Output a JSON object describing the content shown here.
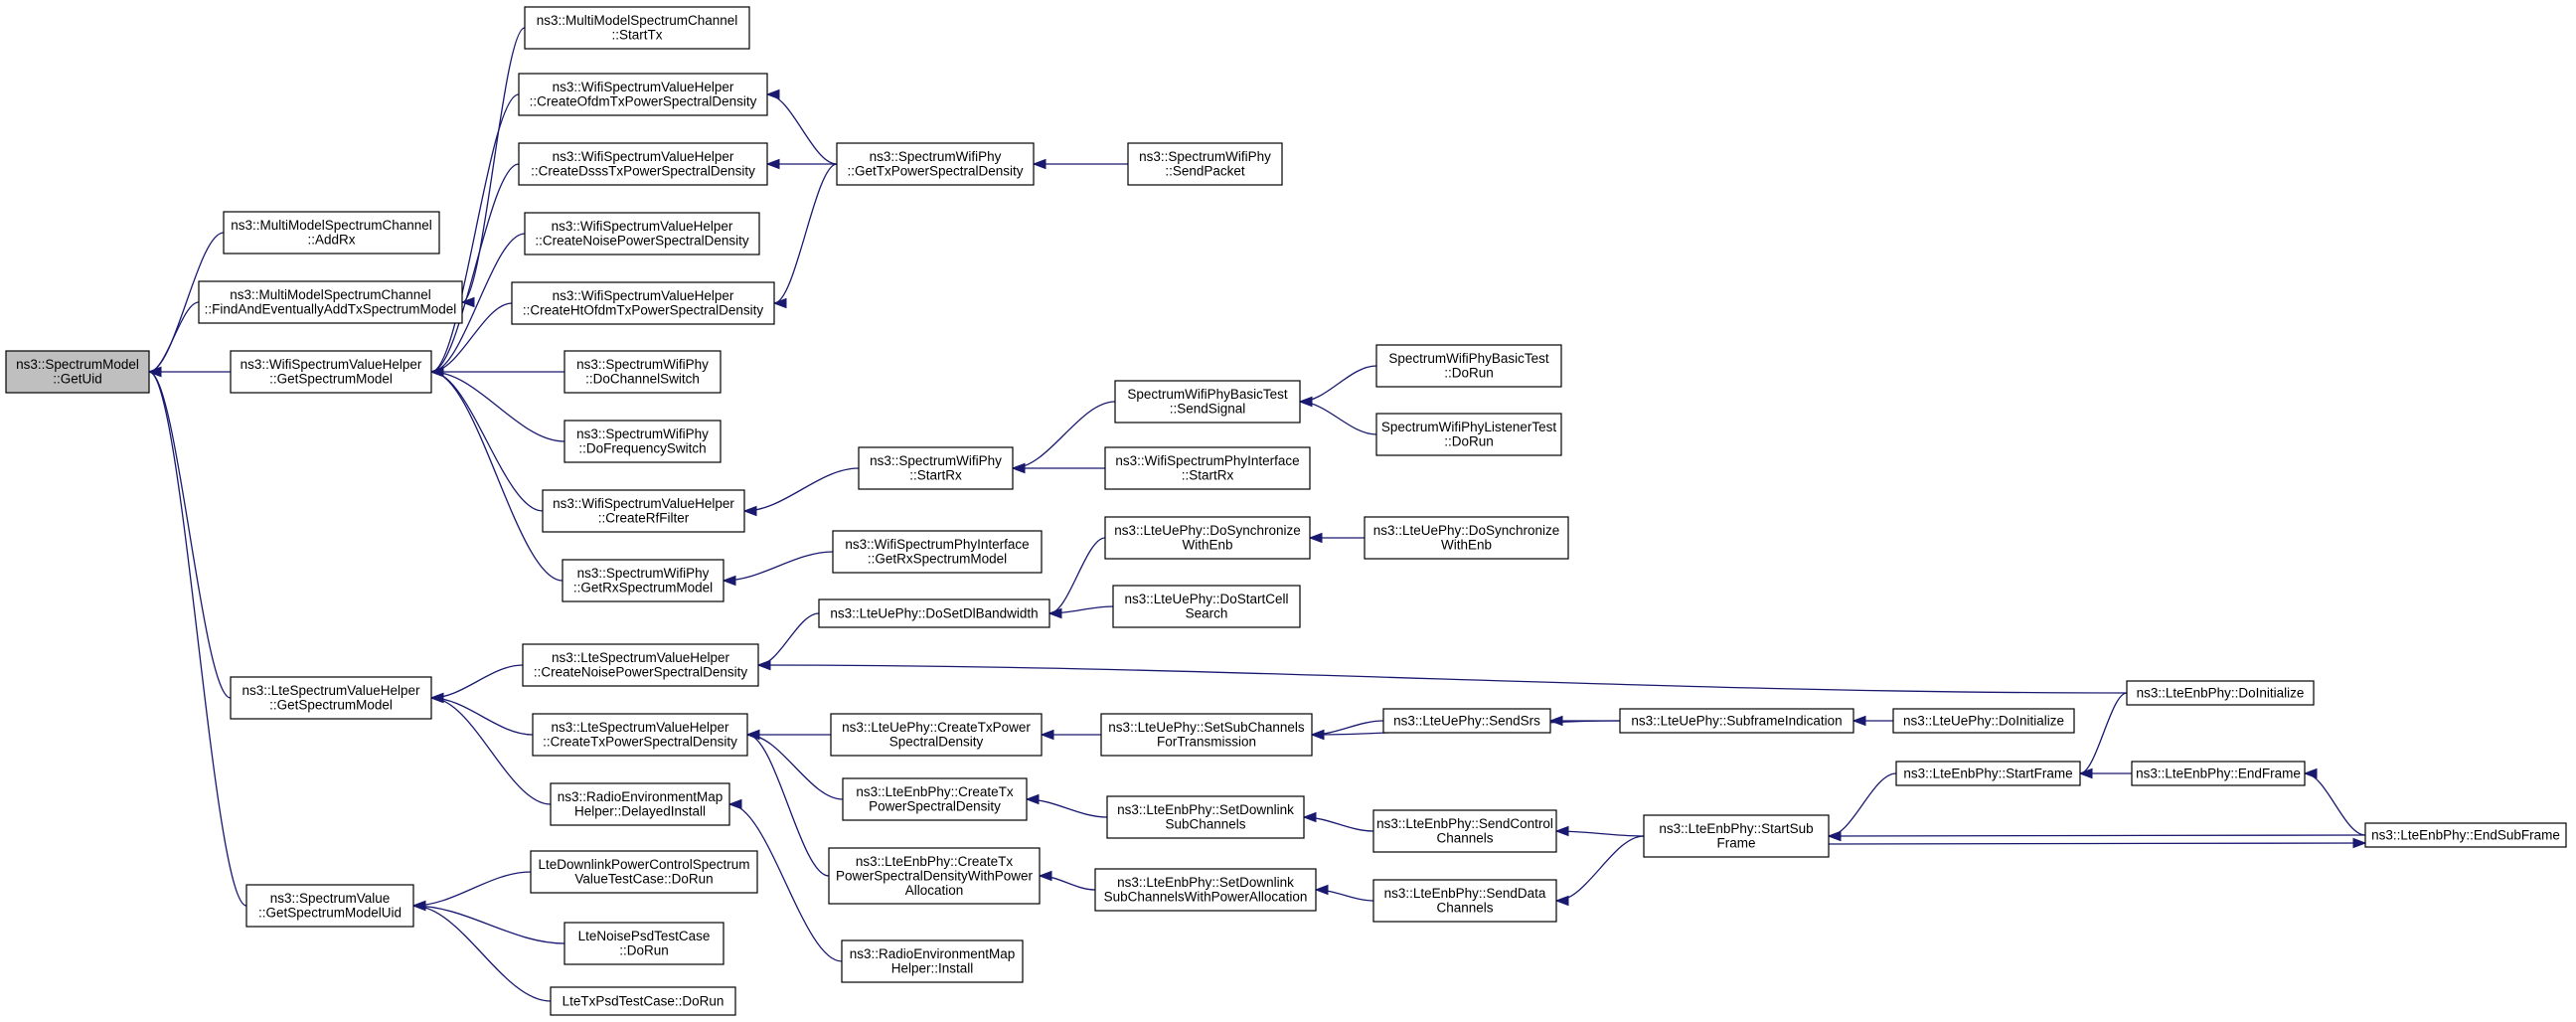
{
  "colors": {
    "edge": "#191970",
    "root_fill": "#bfbfbf",
    "node_fill": "#ffffff",
    "border": "#000000"
  },
  "nodes": [
    {
      "id": "getuid",
      "lines": [
        "ns3::SpectrumModel",
        "::GetUid"
      ],
      "root": true
    },
    {
      "id": "mm_addrx",
      "lines": [
        "ns3::MultiModelSpectrumChannel",
        "::AddRx"
      ]
    },
    {
      "id": "mm_find",
      "lines": [
        "ns3::MultiModelSpectrumChannel",
        "::FindAndEventuallyAddTxSpectrumModel"
      ]
    },
    {
      "id": "wsvh_getsm",
      "lines": [
        "ns3::WifiSpectrumValueHelper",
        "::GetSpectrumModel"
      ]
    },
    {
      "id": "lsvh_getsm",
      "lines": [
        "ns3::LteSpectrumValueHelper",
        "::GetSpectrumModel"
      ]
    },
    {
      "id": "sv_getsmuid",
      "lines": [
        "ns3::SpectrumValue",
        "::GetSpectrumModelUid"
      ]
    },
    {
      "id": "mm_starttx",
      "lines": [
        "ns3::MultiModelSpectrumChannel",
        "::StartTx"
      ]
    },
    {
      "id": "wsvh_ofdm",
      "lines": [
        "ns3::WifiSpectrumValueHelper",
        "::CreateOfdmTxPowerSpectralDensity"
      ]
    },
    {
      "id": "wsvh_dsss",
      "lines": [
        "ns3::WifiSpectrumValueHelper",
        "::CreateDsssTxPowerSpectralDensity"
      ]
    },
    {
      "id": "wsvh_noise",
      "lines": [
        "ns3::WifiSpectrumValueHelper",
        "::CreateNoisePowerSpectralDensity"
      ]
    },
    {
      "id": "wsvh_ht",
      "lines": [
        "ns3::WifiSpectrumValueHelper",
        "::CreateHtOfdmTxPowerSpectralDensity"
      ]
    },
    {
      "id": "swp_dochan",
      "lines": [
        "ns3::SpectrumWifiPhy",
        "::DoChannelSwitch"
      ]
    },
    {
      "id": "swp_dofreq",
      "lines": [
        "ns3::SpectrumWifiPhy",
        "::DoFrequencySwitch"
      ]
    },
    {
      "id": "wsvh_rf",
      "lines": [
        "ns3::WifiSpectrumValueHelper",
        "::CreateRfFilter"
      ]
    },
    {
      "id": "swp_getrx",
      "lines": [
        "ns3::SpectrumWifiPhy",
        "::GetRxSpectrumModel"
      ]
    },
    {
      "id": "lsvh_noise",
      "lines": [
        "ns3::LteSpectrumValueHelper",
        "::CreateNoisePowerSpectralDensity"
      ]
    },
    {
      "id": "lsvh_tx",
      "lines": [
        "ns3::LteSpectrumValueHelper",
        "::CreateTxPowerSpectralDensity"
      ]
    },
    {
      "id": "rem_delayed",
      "lines": [
        "ns3::RadioEnvironmentMap",
        "Helper::DelayedInstall"
      ]
    },
    {
      "id": "ltedl_dorun",
      "lines": [
        "LteDownlinkPowerControlSpectrum",
        "ValueTestCase::DoRun"
      ]
    },
    {
      "id": "ltenoise_dorun",
      "lines": [
        "LteNoisePsdTestCase",
        "::DoRun"
      ]
    },
    {
      "id": "ltetx_dorun",
      "lines": [
        "LteTxPsdTestCase::DoRun"
      ]
    },
    {
      "id": "swp_gettx",
      "lines": [
        "ns3::SpectrumWifiPhy",
        "::GetTxPowerSpectralDensity"
      ]
    },
    {
      "id": "swp_startrx",
      "lines": [
        "ns3::SpectrumWifiPhy",
        "::StartRx"
      ]
    },
    {
      "id": "wspi_getrx",
      "lines": [
        "ns3::WifiSpectrumPhyInterface",
        "::GetRxSpectrumModel"
      ]
    },
    {
      "id": "lup_dosetdl",
      "lines": [
        "ns3::LteUePhy::DoSetDlBandwidth"
      ]
    },
    {
      "id": "lup_createtx",
      "lines": [
        "ns3::LteUePhy::CreateTxPower",
        "SpectralDensity"
      ]
    },
    {
      "id": "lep_createtx",
      "lines": [
        "ns3::LteEnbPhy::CreateTx",
        "PowerSpectralDensity"
      ]
    },
    {
      "id": "lep_createtxpa",
      "lines": [
        "ns3::LteEnbPhy::CreateTx",
        "PowerSpectralDensityWithPower",
        "Allocation"
      ]
    },
    {
      "id": "rem_install",
      "lines": [
        "ns3::RadioEnvironmentMap",
        "Helper::Install"
      ]
    },
    {
      "id": "swp_sendpkt",
      "lines": [
        "ns3::SpectrumWifiPhy",
        "::SendPacket"
      ]
    },
    {
      "id": "swpbt_sendsig",
      "lines": [
        "SpectrumWifiPhyBasicTest",
        "::SendSignal"
      ]
    },
    {
      "id": "wspi_startrx",
      "lines": [
        "ns3::WifiSpectrumPhyInterface",
        "::StartRx"
      ]
    },
    {
      "id": "lup_dosync1",
      "lines": [
        "ns3::LteUePhy::DoSynchronize",
        "WithEnb"
      ]
    },
    {
      "id": "lup_dostartcell",
      "lines": [
        "ns3::LteUePhy::DoStartCell",
        "Search"
      ]
    },
    {
      "id": "lup_setsub",
      "lines": [
        "ns3::LteUePhy::SetSubChannels",
        "ForTransmission"
      ]
    },
    {
      "id": "lep_setdl",
      "lines": [
        "ns3::LteEnbPhy::SetDownlink",
        "SubChannels"
      ]
    },
    {
      "id": "lep_setdlpa",
      "lines": [
        "ns3::LteEnbPhy::SetDownlink",
        "SubChannelsWithPowerAllocation"
      ]
    },
    {
      "id": "swpbt_dorun",
      "lines": [
        "SpectrumWifiPhyBasicTest",
        "::DoRun"
      ]
    },
    {
      "id": "swplt_dorun",
      "lines": [
        "SpectrumWifiPhyListenerTest",
        "::DoRun"
      ]
    },
    {
      "id": "lup_dosync2",
      "lines": [
        "ns3::LteUePhy::DoSynchronize",
        "WithEnb"
      ]
    },
    {
      "id": "lup_sendsrs",
      "lines": [
        "ns3::LteUePhy::SendSrs"
      ]
    },
    {
      "id": "lep_sendctrl",
      "lines": [
        "ns3::LteEnbPhy::SendControl",
        "Channels"
      ]
    },
    {
      "id": "lep_senddata",
      "lines": [
        "ns3::LteEnbPhy::SendData",
        "Channels"
      ]
    },
    {
      "id": "lup_subframe",
      "lines": [
        "ns3::LteUePhy::SubframeIndication"
      ]
    },
    {
      "id": "lep_startsub",
      "lines": [
        "ns3::LteEnbPhy::StartSub",
        "Frame"
      ]
    },
    {
      "id": "lup_doinit",
      "lines": [
        "ns3::LteUePhy::DoInitialize"
      ]
    },
    {
      "id": "lep_startframe",
      "lines": [
        "ns3::LteEnbPhy::StartFrame"
      ]
    },
    {
      "id": "lep_endframe",
      "lines": [
        "ns3::LteEnbPhy::EndFrame"
      ]
    },
    {
      "id": "lep_doinit",
      "lines": [
        "ns3::LteEnbPhy::DoInitialize"
      ]
    },
    {
      "id": "lep_endsub",
      "lines": [
        "ns3::LteEnbPhy::EndSubFrame"
      ]
    }
  ],
  "edges": [
    [
      "mm_addrx",
      "getuid"
    ],
    [
      "mm_find",
      "getuid"
    ],
    [
      "wsvh_getsm",
      "getuid"
    ],
    [
      "lsvh_getsm",
      "getuid"
    ],
    [
      "sv_getsmuid",
      "getuid"
    ],
    [
      "mm_starttx",
      "mm_find"
    ],
    [
      "wsvh_ofdm",
      "wsvh_getsm"
    ],
    [
      "wsvh_dsss",
      "wsvh_getsm"
    ],
    [
      "wsvh_noise",
      "wsvh_getsm"
    ],
    [
      "wsvh_ht",
      "wsvh_getsm"
    ],
    [
      "swp_dochan",
      "wsvh_getsm"
    ],
    [
      "swp_dofreq",
      "wsvh_getsm"
    ],
    [
      "wsvh_rf",
      "wsvh_getsm"
    ],
    [
      "swp_getrx",
      "wsvh_getsm"
    ],
    [
      "lsvh_noise",
      "lsvh_getsm"
    ],
    [
      "lsvh_tx",
      "lsvh_getsm"
    ],
    [
      "rem_delayed",
      "lsvh_getsm"
    ],
    [
      "ltedl_dorun",
      "sv_getsmuid"
    ],
    [
      "ltenoise_dorun",
      "sv_getsmuid"
    ],
    [
      "ltetx_dorun",
      "sv_getsmuid"
    ],
    [
      "swp_gettx",
      "wsvh_ofdm"
    ],
    [
      "swp_gettx",
      "wsvh_dsss"
    ],
    [
      "swp_gettx",
      "wsvh_ht"
    ],
    [
      "swp_startrx",
      "wsvh_rf"
    ],
    [
      "wspi_getrx",
      "swp_getrx"
    ],
    [
      "lup_dosetdl",
      "lsvh_noise"
    ],
    [
      "lep_doinit",
      "lsvh_noise"
    ],
    [
      "lup_createtx",
      "lsvh_tx"
    ],
    [
      "lep_createtx",
      "lsvh_tx"
    ],
    [
      "lep_createtxpa",
      "lsvh_tx"
    ],
    [
      "rem_install",
      "rem_delayed"
    ],
    [
      "swp_sendpkt",
      "swp_gettx"
    ],
    [
      "swpbt_sendsig",
      "swp_startrx"
    ],
    [
      "wspi_startrx",
      "swp_startrx"
    ],
    [
      "lup_dosync1",
      "lup_dosetdl"
    ],
    [
      "lup_dostartcell",
      "lup_dosetdl"
    ],
    [
      "lup_setsub",
      "lup_createtx"
    ],
    [
      "lep_setdl",
      "lep_createtx"
    ],
    [
      "lep_setdlpa",
      "lep_createtxpa"
    ],
    [
      "swpbt_dorun",
      "swpbt_sendsig"
    ],
    [
      "swplt_dorun",
      "swpbt_sendsig"
    ],
    [
      "lup_dosync2",
      "lup_dosync1"
    ],
    [
      "lup_sendsrs",
      "lup_setsub"
    ],
    [
      "lup_subframe",
      "lup_setsub"
    ],
    [
      "lep_sendctrl",
      "lep_setdl"
    ],
    [
      "lep_senddata",
      "lep_setdlpa"
    ],
    [
      "lup_subframe",
      "lup_sendsrs"
    ],
    [
      "lep_startsub",
      "lep_sendctrl"
    ],
    [
      "lep_startsub",
      "lep_senddata"
    ],
    [
      "lup_doinit",
      "lup_subframe"
    ],
    [
      "lep_startframe",
      "lep_startsub"
    ],
    [
      "lep_endsub",
      "lep_startsub"
    ],
    [
      "lep_startsub",
      "lep_endsub"
    ],
    [
      "lep_endframe",
      "lep_startframe"
    ],
    [
      "lep_doinit",
      "lep_startframe"
    ],
    [
      "lep_endsub",
      "lep_endframe"
    ]
  ]
}
